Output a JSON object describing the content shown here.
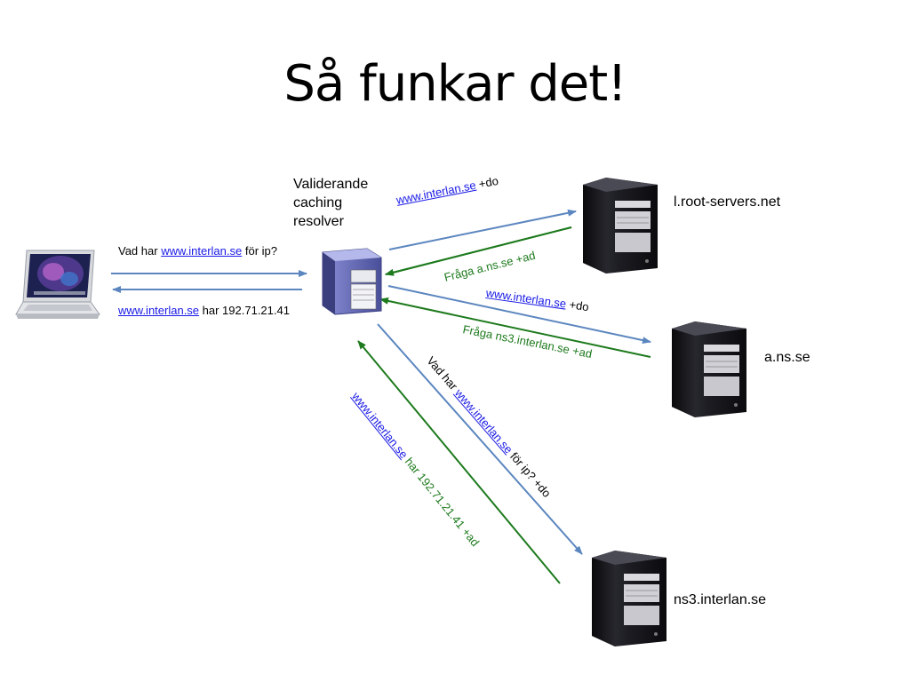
{
  "title": "Så funkar det!",
  "nodes": {
    "resolver": {
      "line1": "Validerande",
      "line2": "caching",
      "line3": "resolver"
    },
    "root": "l.root-servers.net",
    "ans": "a.ns.se",
    "ns3": "ns3.interlan.se"
  },
  "messages": {
    "client_query": {
      "pre": "Vad har ",
      "link": "www.interlan.se",
      "post": " för ip?"
    },
    "client_reply": {
      "link": "www.interlan.se",
      "post": " har 192.71.21.41"
    },
    "root_query": {
      "link": "www.interlan.se",
      "post": " +do"
    },
    "root_reply": {
      "text": "Fråga a.ns.se +ad"
    },
    "ans_query": {
      "link": "www.interlan.se",
      "post": " +do"
    },
    "ans_reply": {
      "text": "Fråga ns3.interlan.se +ad"
    },
    "ns3_query": {
      "pre": "Vad har ",
      "link": "www.interlan.se",
      "post": " för ip? +do"
    },
    "ns3_reply": {
      "link": "www.interlan.se",
      "post": " har 192.71.21.41 +ad"
    }
  },
  "colors": {
    "query_arrow": "#5b86bf",
    "reply_arrow": "#1d7a1d",
    "link": "#1a1ae6"
  },
  "icons": [
    "laptop-icon",
    "resolver-server-icon",
    "server-icon"
  ]
}
